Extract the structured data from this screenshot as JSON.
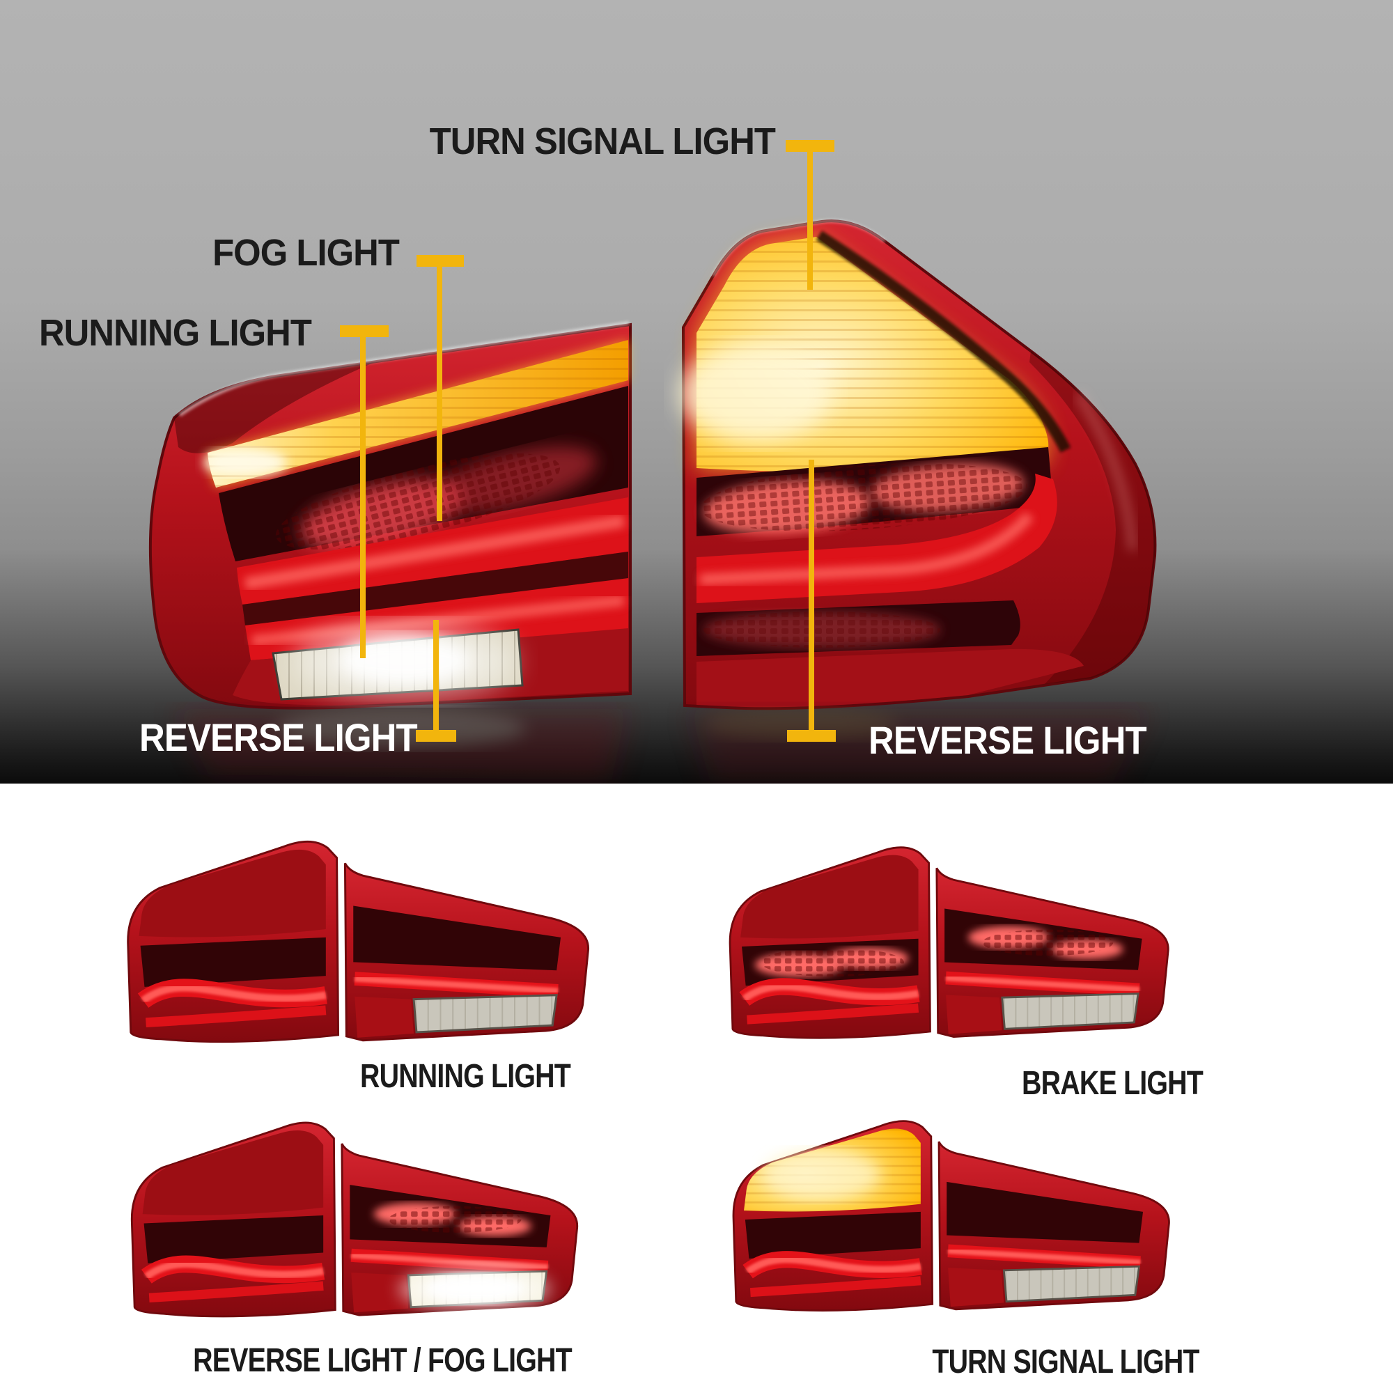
{
  "colors": {
    "accent": "#F2B50D",
    "label_dark": "#1B1B1B",
    "label_light": "#FFFFFF",
    "bg_gray_top": "#B3B3B3",
    "bg_dark_bottom": "#0B0B0B",
    "lamp_red": "#C8121A",
    "lamp_dark_red": "#8F0D13",
    "amber_light": "#FFB400",
    "reverse_lens": "#E8E3D2"
  },
  "hero": {
    "callouts": [
      {
        "id": "turn-signal",
        "label": "TURN SIGNAL LIGHT"
      },
      {
        "id": "fog",
        "label": "FOG LIGHT"
      },
      {
        "id": "running",
        "label": "RUNNING LIGHT"
      },
      {
        "id": "reverse-left",
        "label": "REVERSE LIGHT"
      },
      {
        "id": "reverse-right",
        "label": "REVERSE LIGHT"
      }
    ]
  },
  "grid": {
    "items": [
      {
        "variant": "running",
        "label": "RUNNING LIGHT"
      },
      {
        "variant": "brake",
        "label": "BRAKE LIGHT"
      },
      {
        "variant": "reverse-fog",
        "label": "REVERSE LIGHT / FOG LIGHT"
      },
      {
        "variant": "turn",
        "label": "TURN SIGNAL LIGHT"
      }
    ]
  }
}
